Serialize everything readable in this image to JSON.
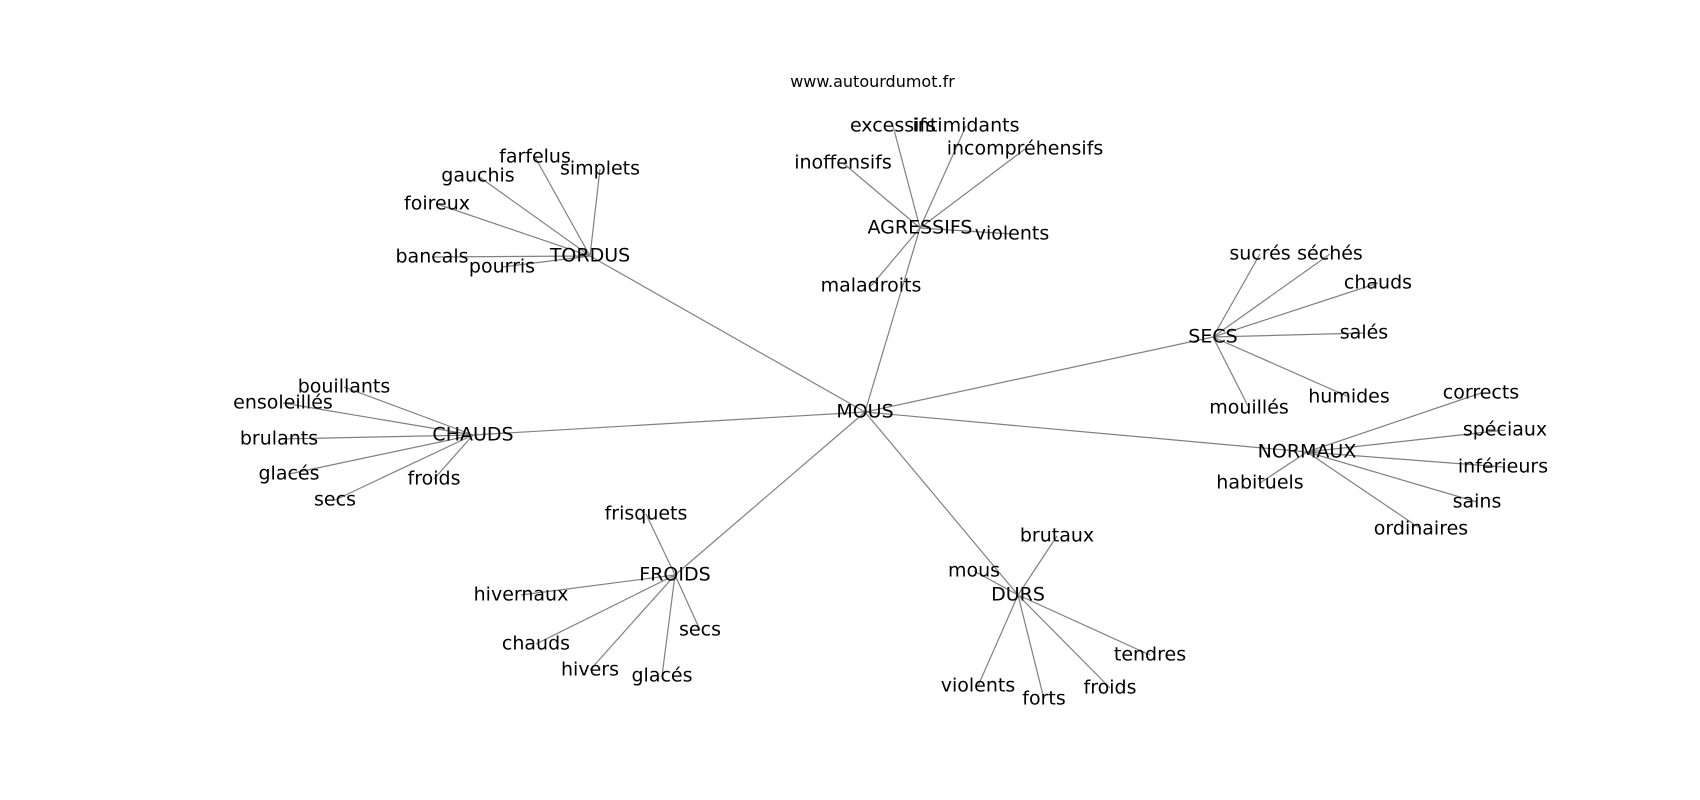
{
  "source_url": "www.autourdumot.fr",
  "edge_color": "#808080",
  "center": "MOUS",
  "clusters": [
    {
      "label": "TORDUS",
      "leaves": [
        "farfelus",
        "simplets",
        "gauchis",
        "foireux",
        "bancals",
        "pourris"
      ]
    },
    {
      "label": "AGRESSIFS",
      "leaves": [
        "excessifs",
        "intimidants",
        "inoffensifs",
        "incompréhensifs",
        "violents",
        "maladroits"
      ]
    },
    {
      "label": "SECS",
      "leaves": [
        "sucrés",
        "séchés",
        "chauds",
        "salés",
        "humides",
        "mouillés"
      ]
    },
    {
      "label": "NORMAUX",
      "leaves": [
        "corrects",
        "spéciaux",
        "inférieurs",
        "sains",
        "ordinaires",
        "habituels"
      ]
    },
    {
      "label": "CHAUDS",
      "leaves": [
        "bouillants",
        "ensoleillés",
        "brulants",
        "glacés",
        "secs",
        "froids"
      ]
    },
    {
      "label": "FROIDS",
      "leaves": [
        "frisquets",
        "hivernaux",
        "chauds",
        "hivers",
        "glacés",
        "secs"
      ]
    },
    {
      "label": "DURS",
      "leaves": [
        "brutaux",
        "mous",
        "tendres",
        "froids",
        "forts",
        "violents"
      ]
    }
  ]
}
